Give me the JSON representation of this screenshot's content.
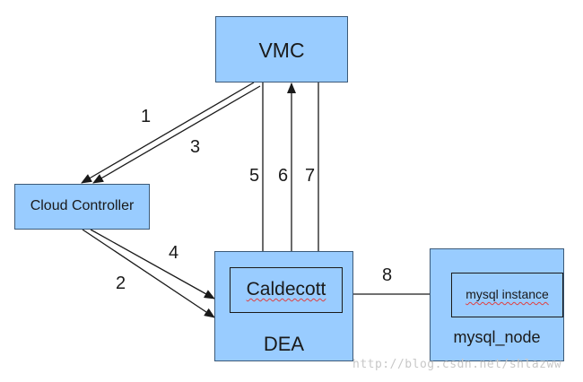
{
  "nodes": {
    "vmc": "VMC",
    "cloud_controller": "Cloud Controller",
    "dea": "DEA",
    "caldecott": "Caldecott",
    "mysql_node": "mysql_node",
    "mysql_instance": "mysql instance"
  },
  "edge_labels": {
    "e1": "1",
    "e2": "2",
    "e3": "3",
    "e4": "4",
    "e5": "5",
    "e6": "6",
    "e7": "7",
    "e8": "8"
  },
  "watermark": "http://blog.csdn.net/shlazww",
  "colors": {
    "box_fill": "#99ccff",
    "box_border": "#3c5a78",
    "line": "#1a1a1a",
    "spellcheck_underline": "#e04040",
    "watermark": "#c8c8c8"
  }
}
